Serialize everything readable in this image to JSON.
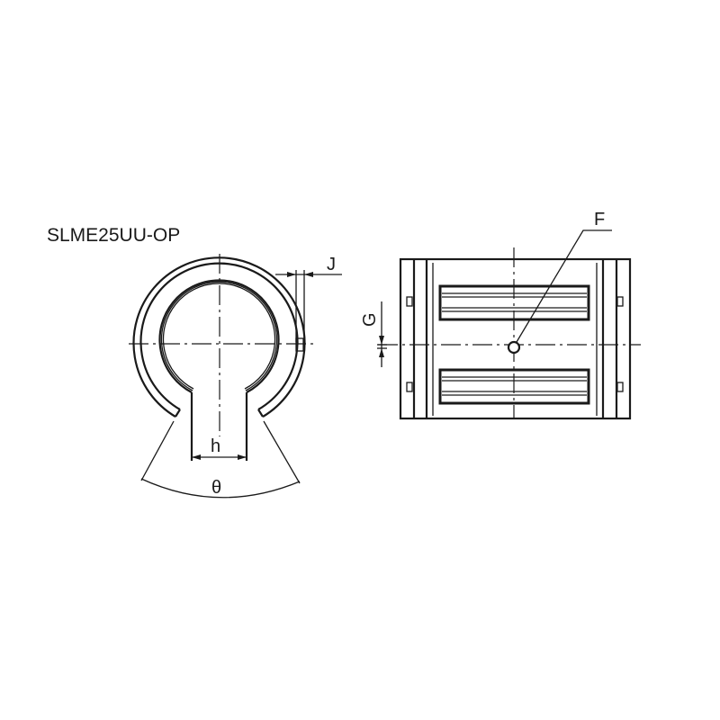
{
  "title": "SLME25UU-OP",
  "labels": {
    "J": "J",
    "h": "h",
    "theta": "θ",
    "F": "F",
    "G": "G"
  },
  "colors": {
    "line": "#1a1a1a",
    "background": "#ffffff"
  }
}
